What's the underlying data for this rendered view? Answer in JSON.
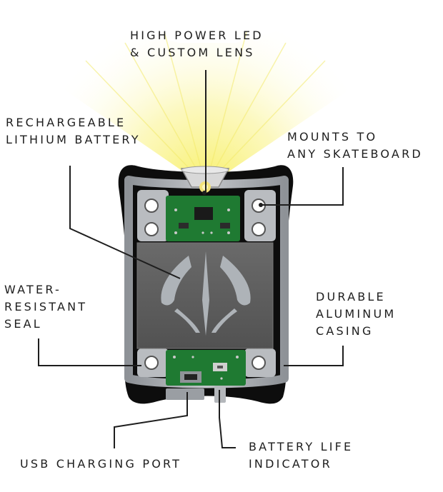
{
  "labels": {
    "led": [
      "HIGH POWER LED",
      "& CUSTOM LENS"
    ],
    "battery": [
      "RECHARGEABLE",
      "LITHIUM BATTERY"
    ],
    "mounts": [
      "MOUNTS TO",
      "ANY SKATEBOARD"
    ],
    "seal": [
      "WATER-",
      "RESISTANT",
      "SEAL"
    ],
    "casing": [
      "DURABLE",
      "ALUMINUM",
      "CASING"
    ],
    "usb": [
      "USB CHARGING PORT"
    ],
    "indicator": [
      "BATTERY LIFE",
      "INDICATOR"
    ]
  },
  "colors": {
    "housing": "#0d0d0d",
    "frame": "#a9adb2",
    "pcb": "#1f7a32",
    "battery": "#5e5e5e",
    "logo": "#aeb3b8",
    "beam": "#f6f07a",
    "leader_line": "#1e1e1e",
    "label_text": "#1e1e1e"
  }
}
